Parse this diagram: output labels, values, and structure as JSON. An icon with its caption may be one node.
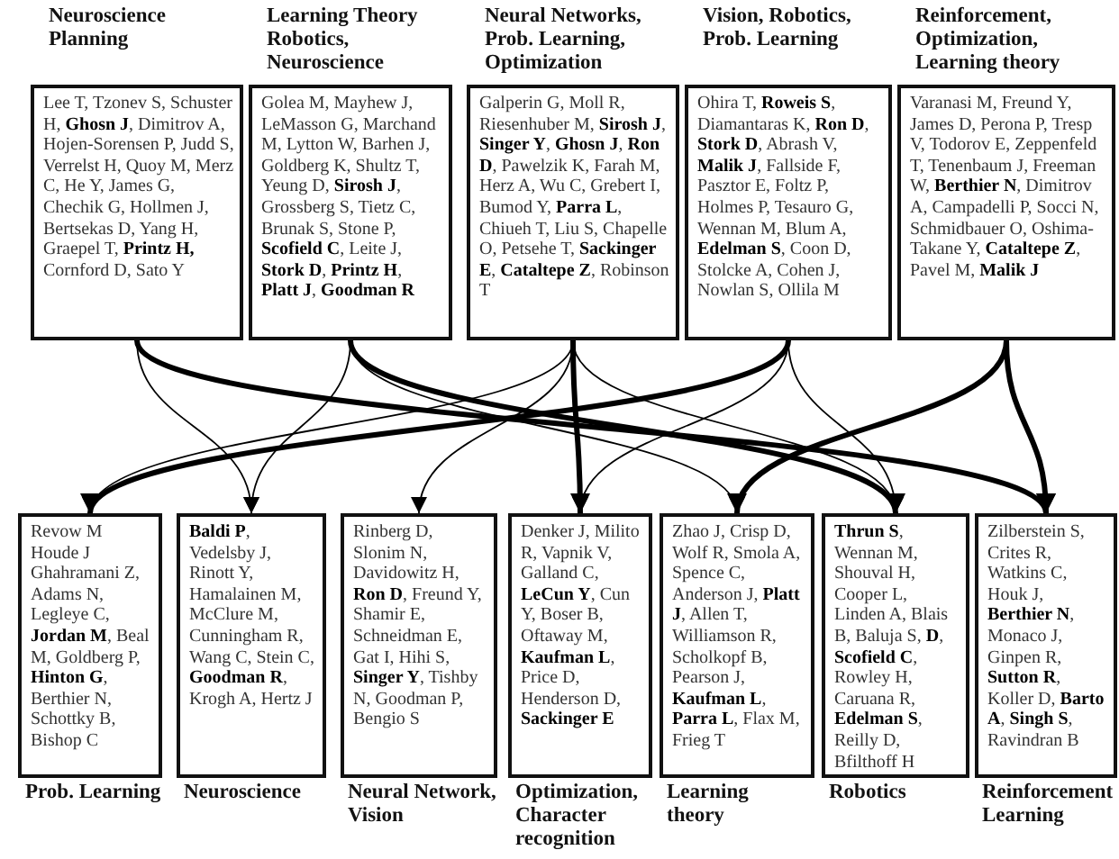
{
  "diagram": {
    "nodes": [
      {
        "text": [
          "Neuroscience Planning",
          "Lee T, Tzonev S, Schuster H, **Ghosn J**, Dimitrov A, Hojen-Sorensen P, Judd S, Verrelst H, Quoy M, Merz C, He Y, James G, Chechik G, Hollmen J, Bertsekas D, Yang H, Graepel T, **Printz H,** Cornford D, Sato Y"
        ]
      },
      {
        "text": [
          "Learning Theory Robotics, Neuroscience",
          "Golea M, Mayhew J, LeMasson G, Marchand M, Lytton W, Barhen J, Goldberg K, Shultz T, Yeung D, **Sirosh J**, Grossberg S, Tietz C, Brunak S, Stone P, **Scofield C**, Leite J, **Stork D**, **Printz H**, **Platt J**, **Goodman R**"
        ]
      },
      {
        "text": [
          "Neural Networks, Prob. Learning, Optimization",
          "Galperin G, Moll R, Riesenhuber M, **Sirosh J**, **Singer Y**, **Ghosn J**, **Ron D**, Pawelzik K, Farah M, Herz A, Wu C, Grebert I, Bumod Y, **Parra L**, Chiueh T, Liu S, Chapelle O, Petsehe T, **Sackinger E**, **Cataltepe Z**, Robinson T"
        ]
      },
      {
        "text": [
          "Vision, Robotics, Prob. Learning",
          "Ohira T, **Roweis S**, Diamantaras K, **Ron D**, **Stork D**, Abrash V, **Malik J**, Fallside F, Pasztor E, Foltz P, Holmes P, Tesauro G, Wennan M, Blum A, **Edelman S**, Coon D, Stolcke A, Cohen J, Nowlan S, Ollila M"
        ]
      },
      {
        "text": [
          "Reinforcement, Optimization, Learning theory",
          "Varanasi M, Freund Y, James D, Perona P, Tresp V, Todorov E, Zeppenfeld T, Tenenbaum J, Freeman W, **Berthier N**, Dimitrov A, Campadelli P, Socci N, Schmidbauer O, Oshima-Takane Y, **Cataltepe Z**, Pavel M, **Malik J**"
        ]
      },
      {
        "text": [
          "Revow M Houde J Ghahramani Z, Adams N, Legleye C, **Jordan M**, Beal M, Goldberg P, **Hinton G**, Berthier N, Schottky B, Bishop C",
          "Prob. Learning"
        ]
      },
      {
        "text": [
          "**Baldi P**, Vedelsby J, Rinott Y, Hamalainen M, McClure M, Cunningham R, Wang C, Stein C, **Goodman R**, Krogh A, Hertz J",
          "Neuroscience"
        ]
      },
      {
        "text": [
          "Rinberg D, Slonim N, Davidowitz H, **Ron D**, Freund Y, Shamir E, Schneidman E, Gat I, Hihi S, **Singer Y**, Tishby N, Goodman P, Bengio S",
          "Neural Network, Vision"
        ]
      },
      {
        "text": [
          "Denker J, Milito R, Vapnik V, Galland C, **LeCun Y**, Cun Y, Boser B, Oftaway M, **Kaufman L**, Price D, Henderson D, **Sackinger E**",
          "Optimization, Character recognition"
        ]
      },
      {
        "text": [
          "Zhao J, Crisp D, Wolf R, Smola A, Spence C, Anderson J, **Platt J**, Allen T, Williamson R, Scholkopf B, Pearson J, **Kaufman L**, **Parra L**, Flax M, Frieg T",
          "Learning theory"
        ]
      },
      {
        "text": [
          "**Thrun S**, Wennan M, Shouval H, Cooper L, Linden A, Blais B, Baluja S, **D**, **Scofield C**, Rowley H, Caruana R, **Edelman S**, Reilly D, Bfilthoff H",
          "Robotics"
        ]
      },
      {
        "text": [
          "Zilberstein S, Crites R, Watkins C, Houk J, **Berthier N**, Monaco J, Ginpen R, **Sutton R**, Koller D, **Barto A**, **Singh S**, Ravindran B",
          "Reinforcement Learning"
        ]
      }
    ],
    "edges": [
      {
        "from": 0,
        "to": 6,
        "arrow": "to"
      },
      {
        "from": 0,
        "to": 11,
        "arrow": "to",
        "style": "thick"
      },
      {
        "from": 1,
        "to": 6,
        "arrow": "to"
      },
      {
        "from": 1,
        "to": 10,
        "arrow": "to",
        "style": "thick"
      },
      {
        "from": 1,
        "to": 9,
        "arrow": "to"
      },
      {
        "from": 2,
        "to": 5,
        "arrow": "to"
      },
      {
        "from": 2,
        "to": 7,
        "arrow": "to"
      },
      {
        "from": 2,
        "to": 8,
        "arrow": "to",
        "style": "thick"
      },
      {
        "from": 2,
        "to": 10,
        "arrow": "to"
      },
      {
        "from": 3,
        "to": 5,
        "arrow": "to",
        "style": "thick"
      },
      {
        "from": 3,
        "to": 8,
        "arrow": "to"
      },
      {
        "from": 3,
        "to": 10,
        "arrow": "to"
      },
      {
        "from": 4,
        "to": 9,
        "arrow": "to",
        "style": "thick"
      },
      {
        "from": 4,
        "to": 11,
        "arrow": "to",
        "style": "thick"
      }
    ]
  }
}
